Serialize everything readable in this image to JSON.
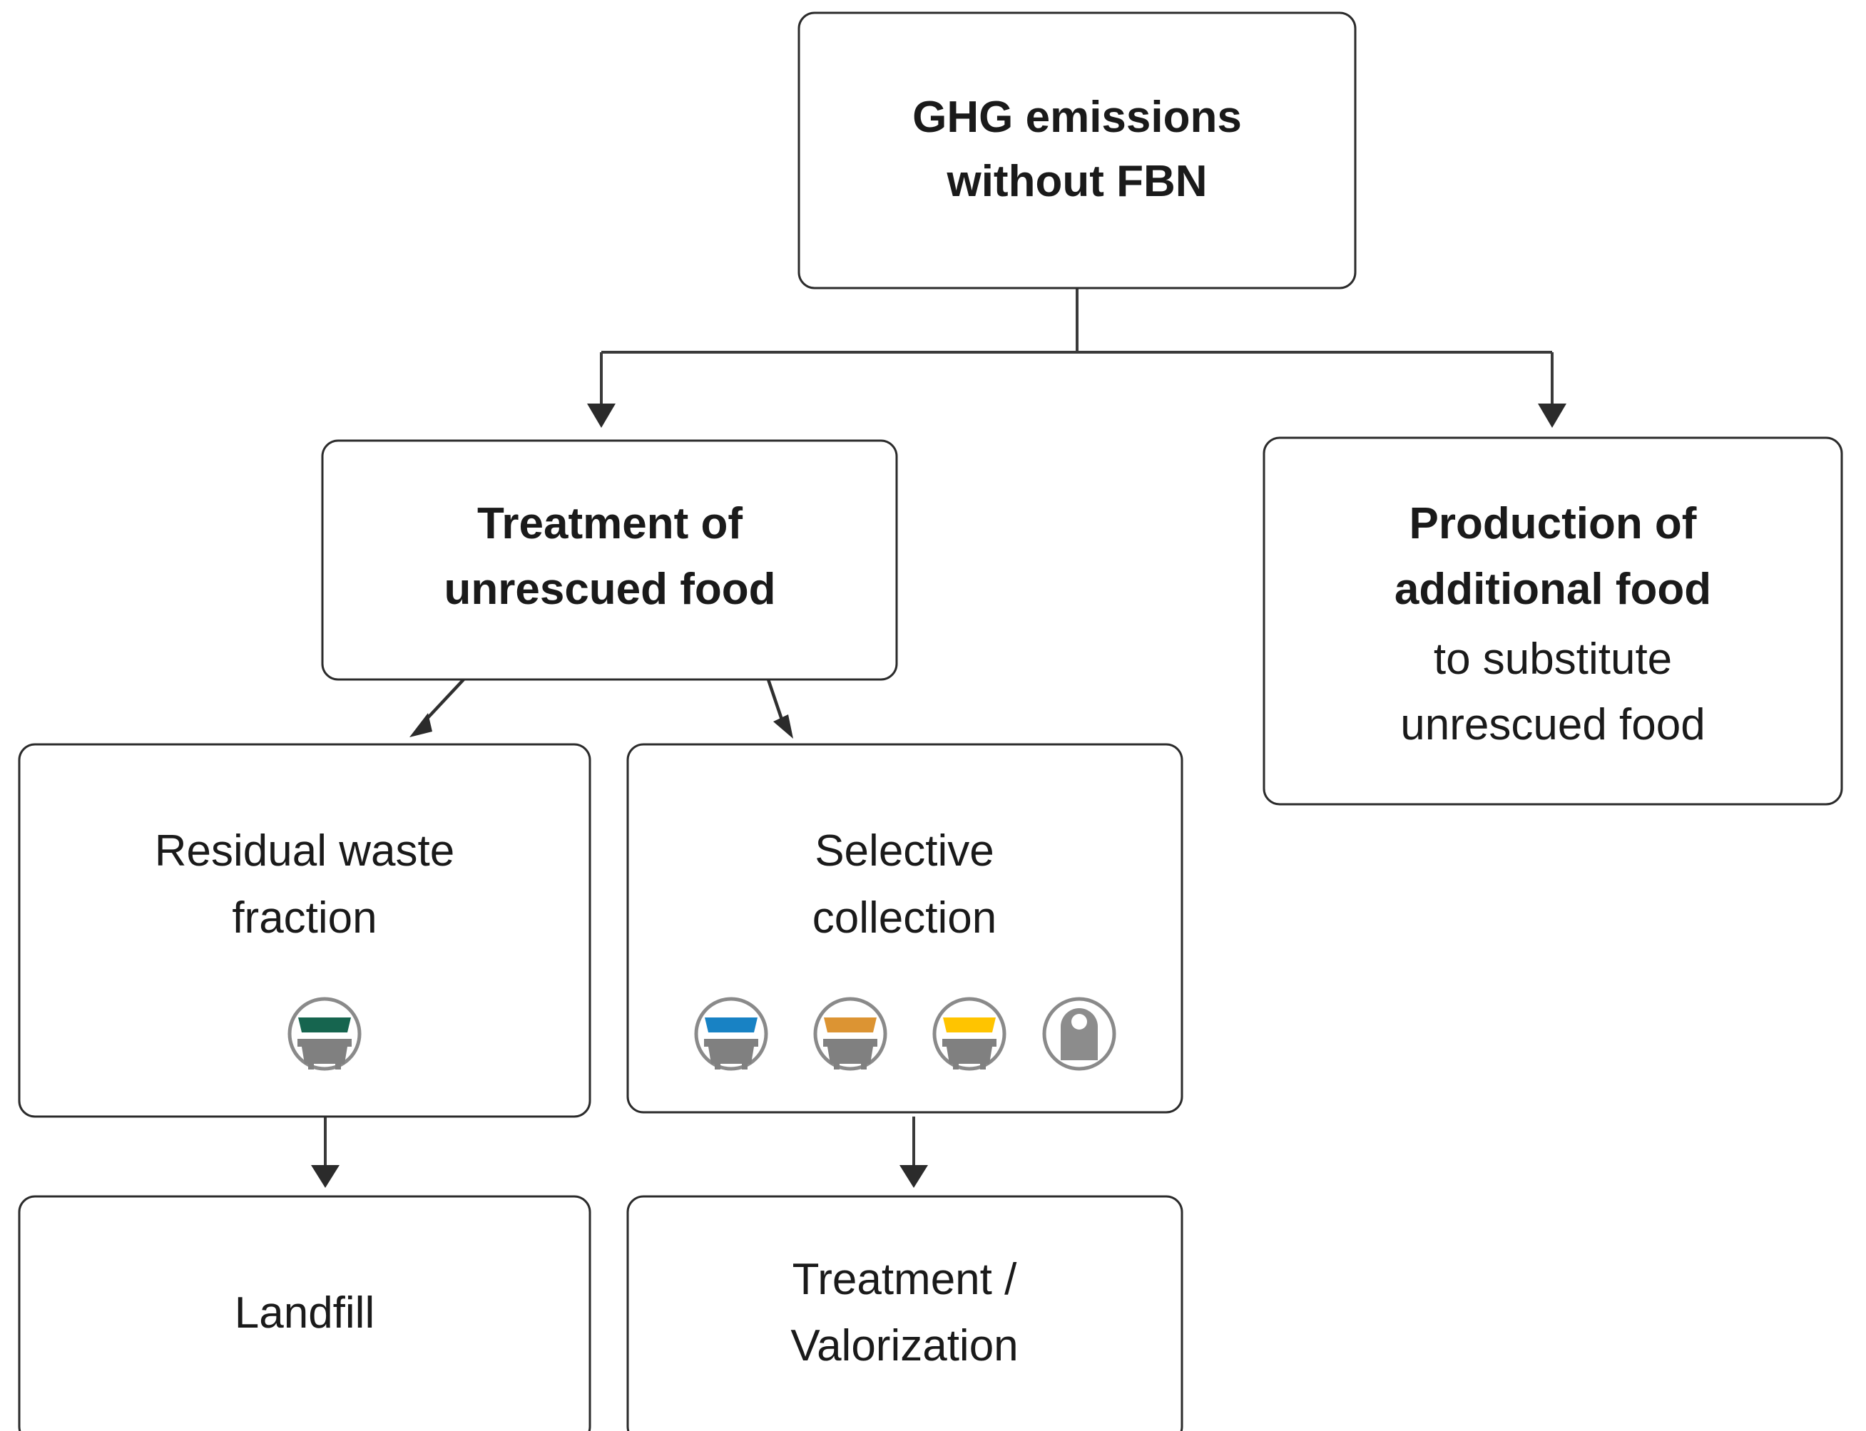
{
  "diagram": {
    "title": "GHG emissions without FBN flow diagram",
    "background_color": "#ffffff",
    "box_border_color": "#2b2b2b",
    "connector_color": "#3a3a3a"
  },
  "nodes": {
    "root": {
      "name": "GHG emissions without FBN",
      "lines": [
        "GHG emissions",
        "without FBN"
      ],
      "weights": [
        "bold",
        "bold"
      ]
    },
    "treatment": {
      "name": "Treatment of unrescued food",
      "lines": [
        "Treatment of",
        "unrescued food"
      ],
      "weights": [
        "bold",
        "bold"
      ]
    },
    "production": {
      "name": "Production of additional food to substitute unrescued food",
      "lines": [
        "Production of",
        "additional food",
        "to substitute",
        "unrescued food"
      ],
      "weights": [
        "bold",
        "bold",
        "regular",
        "regular"
      ]
    },
    "residual": {
      "name": "Residual waste fraction",
      "lines": [
        "Residual waste",
        "fraction"
      ],
      "weights": [
        "regular",
        "regular"
      ]
    },
    "selective": {
      "name": "Selective collection",
      "lines": [
        "Selective",
        "collection"
      ],
      "weights": [
        "regular",
        "regular"
      ]
    },
    "landfill": {
      "name": "Landfill",
      "lines": [
        "Landfill"
      ],
      "weights": [
        "regular"
      ]
    },
    "valorization": {
      "name": "Treatment / Valorization",
      "lines": [
        "Treatment /",
        "Valorization"
      ],
      "weights": [
        "regular",
        "regular"
      ]
    }
  },
  "icons": {
    "residual": [
      {
        "id": "bin-green",
        "type": "bin",
        "lid_color": "#16654F",
        "body_color": "#808080",
        "ring_color": "#8a8a8a"
      }
    ],
    "selective": [
      {
        "id": "bin-blue",
        "type": "bin",
        "lid_color": "#1882C4",
        "body_color": "#808080",
        "ring_color": "#8a8a8a"
      },
      {
        "id": "bin-orange",
        "type": "bin",
        "lid_color": "#DC9433",
        "body_color": "#808080",
        "ring_color": "#8a8a8a"
      },
      {
        "id": "bin-yellow",
        "type": "bin",
        "lid_color": "#FFC400",
        "body_color": "#808080",
        "ring_color": "#8a8a8a"
      },
      {
        "id": "igloo-container",
        "type": "igloo",
        "body_color": "#8c8c8c",
        "ring_color": "#8a8a8a"
      }
    ]
  },
  "edges": [
    {
      "id": "root-to-treatment",
      "from": "root",
      "to": "treatment",
      "style": "orthogonal-fork",
      "arrow": true
    },
    {
      "id": "root-to-production",
      "from": "root",
      "to": "production",
      "style": "orthogonal-fork",
      "arrow": true
    },
    {
      "id": "treatment-to-residual",
      "from": "treatment",
      "to": "residual",
      "style": "diagonal",
      "arrow": true
    },
    {
      "id": "treatment-to-selective",
      "from": "treatment",
      "to": "selective",
      "style": "diagonal",
      "arrow": true
    },
    {
      "id": "residual-to-landfill",
      "from": "residual",
      "to": "landfill",
      "style": "vertical",
      "arrow": true
    },
    {
      "id": "selective-to-valorization",
      "from": "selective",
      "to": "valorization",
      "style": "vertical",
      "arrow": true
    }
  ]
}
